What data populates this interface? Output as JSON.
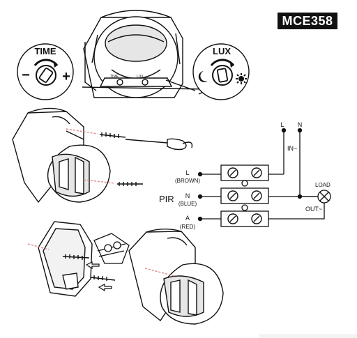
{
  "model_badge": "MCE358",
  "dials": {
    "time": {
      "label": "TIME",
      "minus": "−",
      "plus": "+"
    },
    "lux": {
      "label": "LUX"
    }
  },
  "sensor_labels": {
    "time": "TIME",
    "lux": "LUX"
  },
  "component_label": "PIR",
  "wiring": {
    "supply": {
      "l": "L",
      "n": "N",
      "in": "IN~"
    },
    "terminals": [
      {
        "letter": "L",
        "color": "(BROWN)"
      },
      {
        "letter": "N",
        "color": "(BLUE)"
      },
      {
        "letter": "A",
        "color": "(RED)"
      }
    ],
    "load": "LOAD",
    "out": "OUT~"
  }
}
